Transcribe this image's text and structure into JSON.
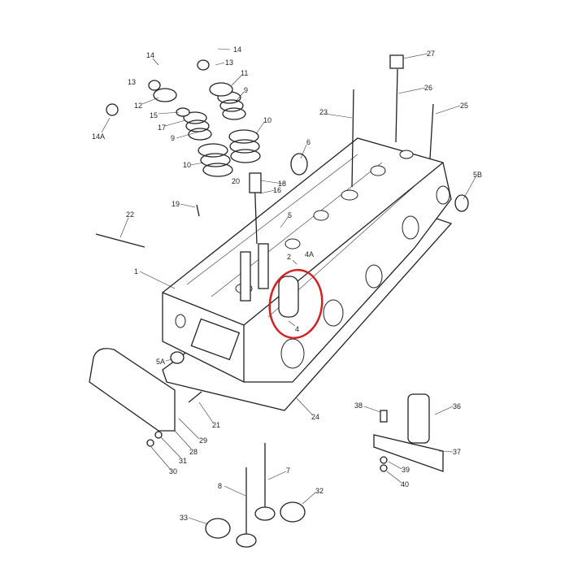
{
  "diagram": {
    "type": "exploded-parts-diagram",
    "highlight_color": "#d42020",
    "highlighted_part": "4",
    "callouts": {
      "p14a": "14",
      "p14b": "14",
      "p13a": "13",
      "p13b": "13",
      "p11": "11",
      "p12": "12",
      "p9a": "9",
      "p9b": "9",
      "p15": "15",
      "p17": "17",
      "p10a": "10",
      "p10b": "10",
      "p14A": "14A",
      "p6": "6",
      "p20": "20",
      "p18": "18",
      "p16": "16",
      "p19": "19",
      "p22": "22",
      "p5": "5",
      "p1": "1",
      "p2": "2",
      "p4A": "4A",
      "p4": "4",
      "p23": "23",
      "p26": "26",
      "p27": "27",
      "p25": "25",
      "p5B": "5B",
      "p5A": "5A",
      "p24": "24",
      "p21": "21",
      "p29": "29",
      "p28": "28",
      "p31": "31",
      "p30": "30",
      "p38": "38",
      "p36": "36",
      "p37": "37",
      "p39": "39",
      "p40": "40",
      "p8": "8",
      "p7": "7",
      "p32": "32",
      "p33": "33"
    }
  }
}
